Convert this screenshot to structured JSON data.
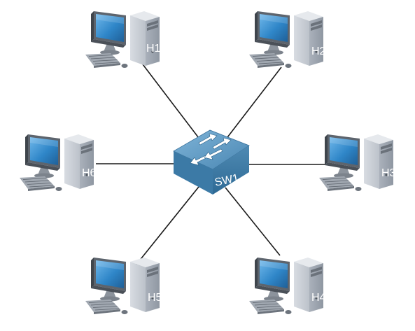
{
  "switch": {
    "label": "SW1",
    "icon": "switch-icon"
  },
  "hosts": [
    {
      "label": "H1",
      "icon": "desktop-computer-icon"
    },
    {
      "label": "H2",
      "icon": "desktop-computer-icon"
    },
    {
      "label": "H3",
      "icon": "desktop-computer-icon"
    },
    {
      "label": "H4",
      "icon": "desktop-computer-icon"
    },
    {
      "label": "H5",
      "icon": "desktop-computer-icon"
    },
    {
      "label": "H6",
      "icon": "desktop-computer-icon"
    }
  ],
  "colors": {
    "background": "#ffffff",
    "link": "#1a1a1a",
    "tower": "#c7ccd3",
    "monitor_screen": "#2f86c8",
    "switch_body": "#4c8db8"
  }
}
